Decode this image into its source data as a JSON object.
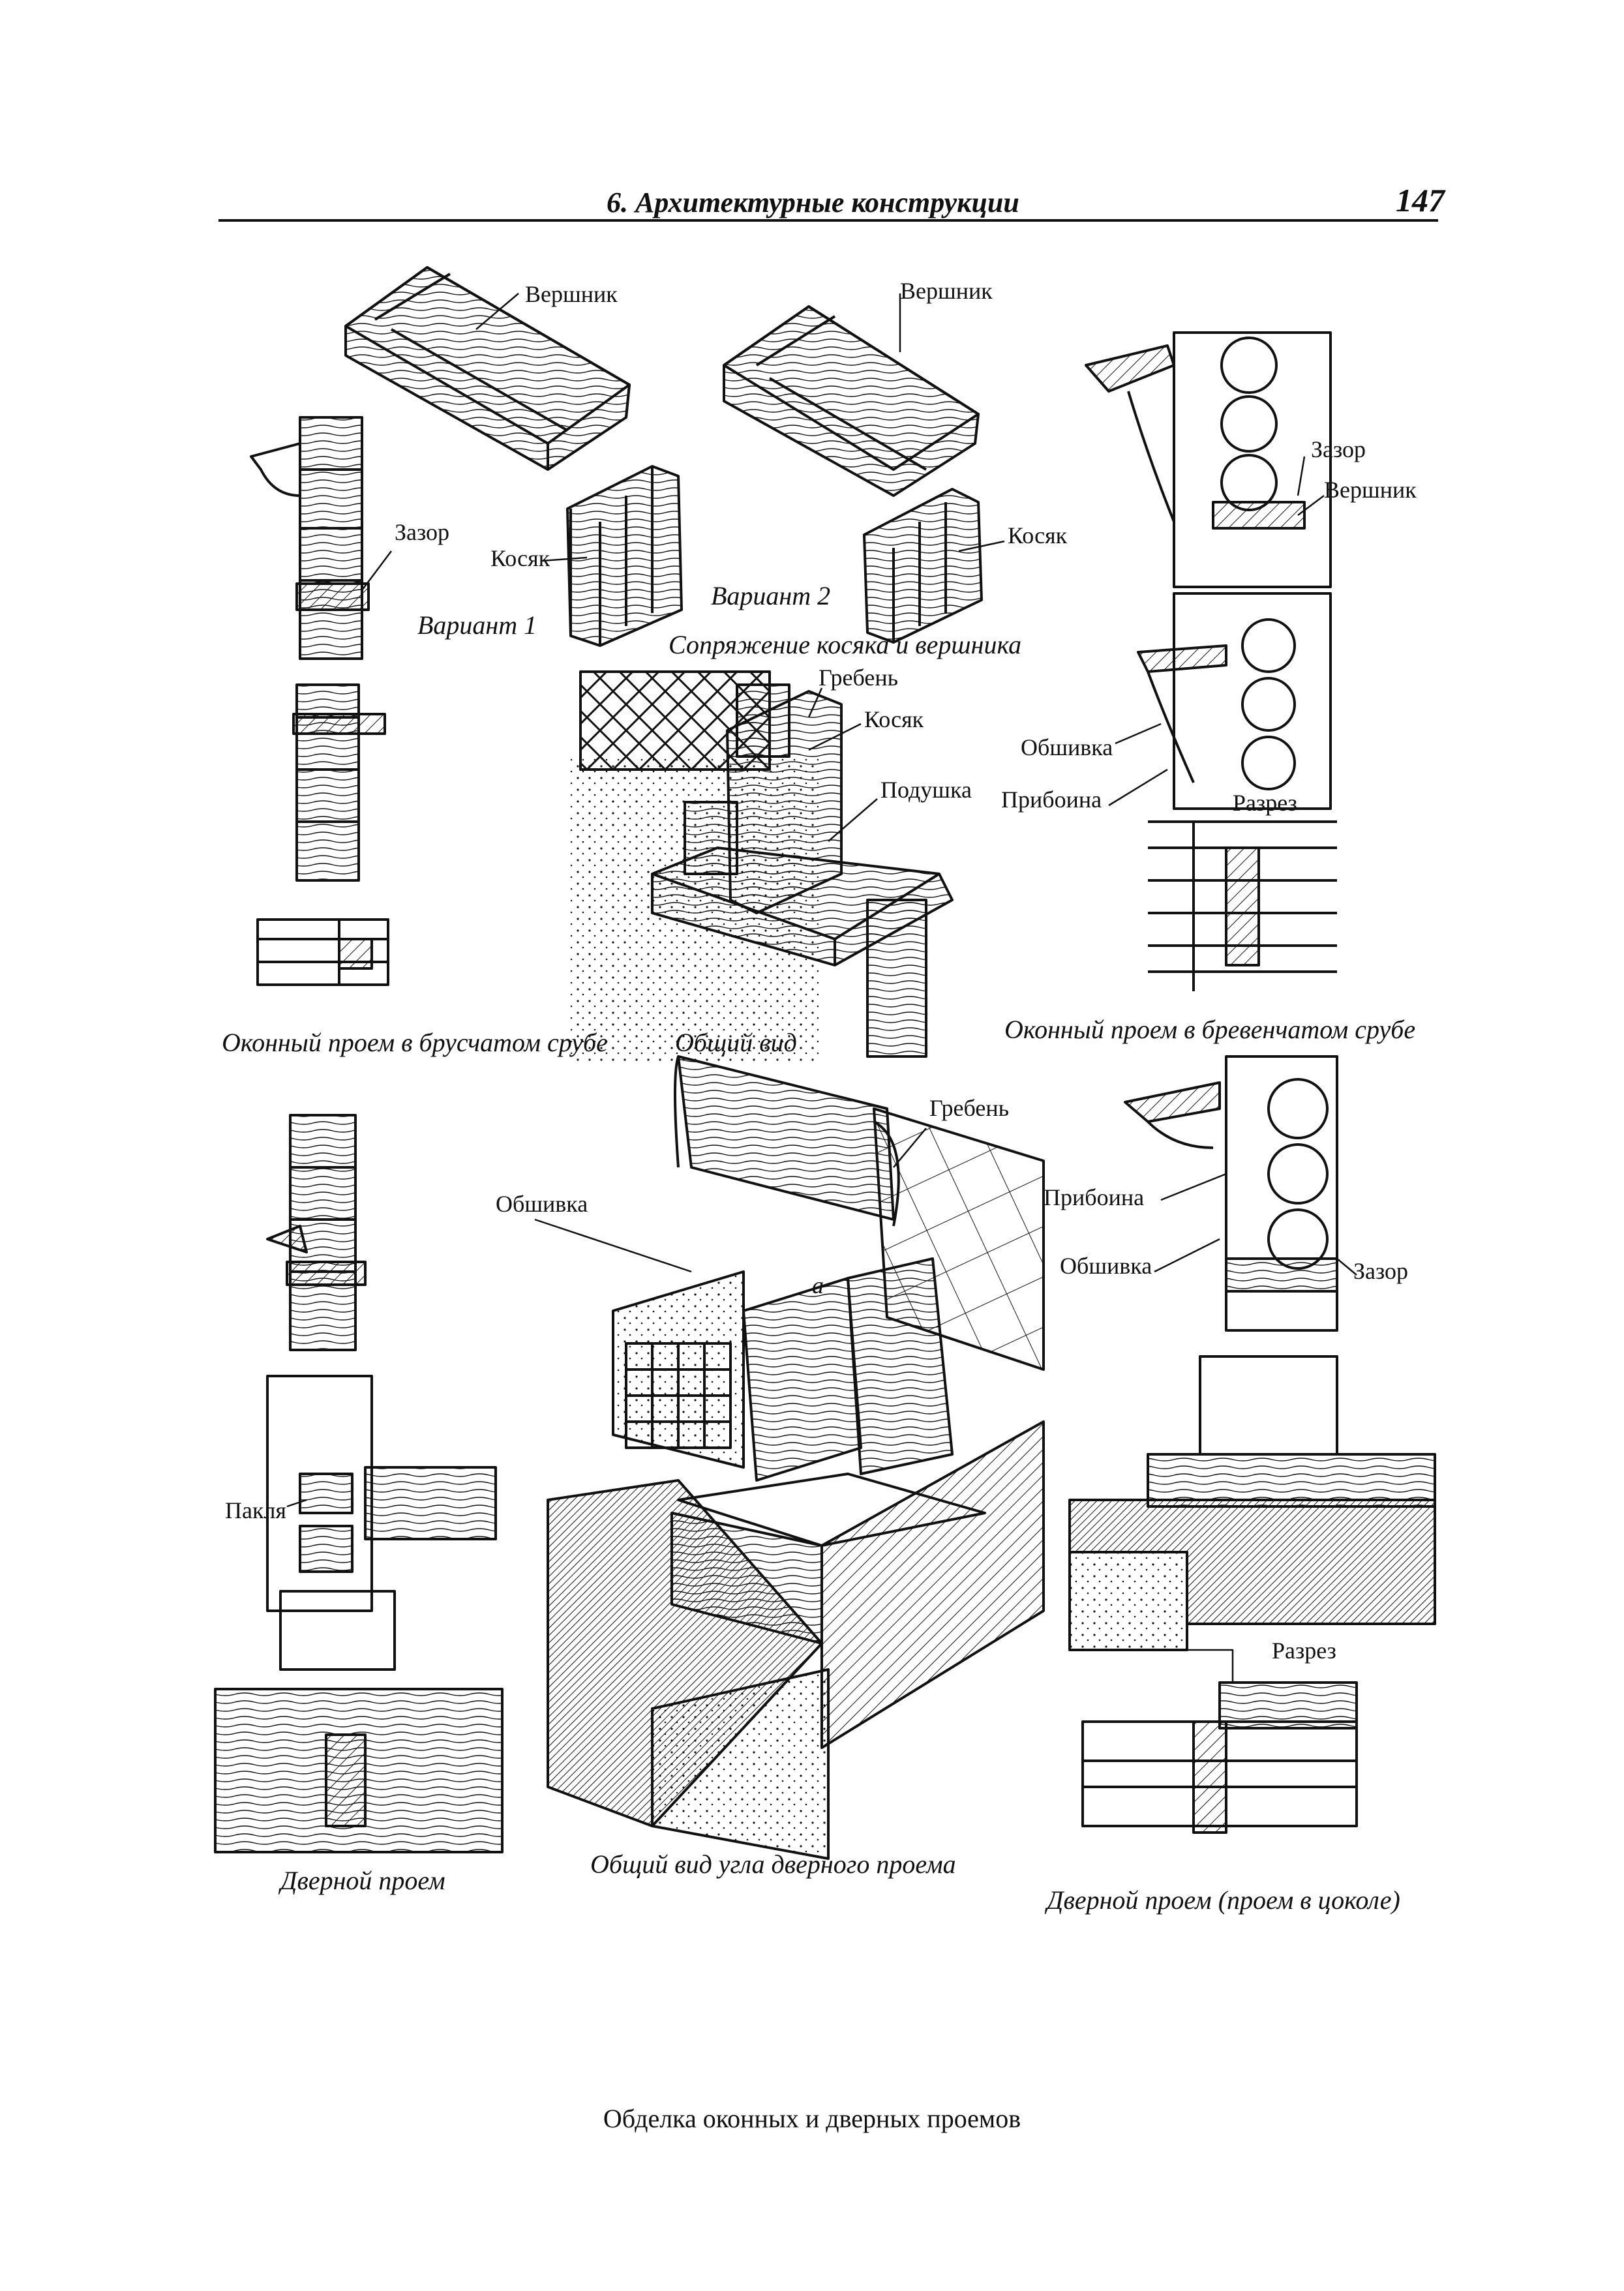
{
  "header": {
    "title": "6. Архитектурные конструкции",
    "page_number": "147"
  },
  "labels": {
    "vershnik_1": "Вершник",
    "vershnik_2": "Вершник",
    "vershnik_3": "Вершник",
    "zazor_1": "Зазор",
    "zazor_2": "Зазор",
    "zazor_3": "Зазор",
    "kosyak_1": "Косяк",
    "kosyak_2": "Косяк",
    "kosyak_3": "Косяк",
    "greben_1": "Гребень",
    "greben_2": "Гребень",
    "podushka": "Подушка",
    "obshivka_1": "Обшивка",
    "obshivka_2": "Обшивка",
    "obshivka_3": "Обшивка",
    "priboina_1": "Прибоина",
    "priboina_2": "Прибоина",
    "razrez_1": "Разрез",
    "razrez_2": "Разрез",
    "paklya": "Пакля",
    "a_mark": "а"
  },
  "captions": {
    "variant_1": "Вариант 1",
    "variant_2": "Вариант 2",
    "joint": "Сопряжение косяка и вершника",
    "window_timber": "Оконный проем в брусчатом срубе",
    "general_view": "Общий вид",
    "window_log": "Оконный проем в бревенчатом срубе",
    "door": "Дверной проем",
    "door_corner": "Общий вид угла дверного проема",
    "door_plinth": "Дверной проем (проем в цоколе)"
  },
  "footer": {
    "title": "Обделка оконных и дверных проемов"
  }
}
